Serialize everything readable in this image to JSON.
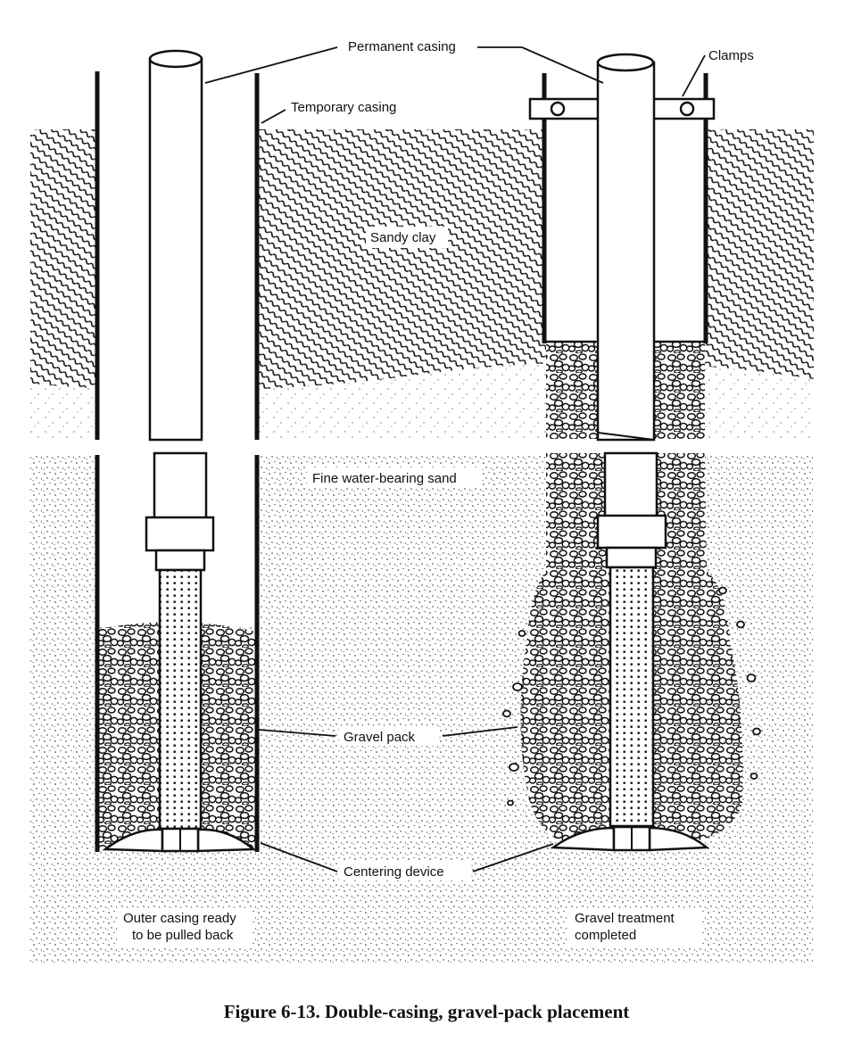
{
  "figure": {
    "caption": "Figure 6-13.  Double-casing, gravel-pack placement"
  },
  "labels": {
    "permanent_casing": "Permanent casing",
    "clamps": "Clamps",
    "temporary_casing": "Temporary casing",
    "sandy_clay": "Sandy clay",
    "fine_sand": "Fine water-bearing sand",
    "gravel_pack": "Gravel pack",
    "centering_device": "Centering device",
    "left_caption_line1": "Outer casing ready",
    "left_caption_line2": "to be pulled back",
    "right_caption_line1": "Gravel treatment",
    "right_caption_line2": "completed"
  },
  "colors": {
    "ink": "#111111",
    "paper": "#ffffff"
  }
}
